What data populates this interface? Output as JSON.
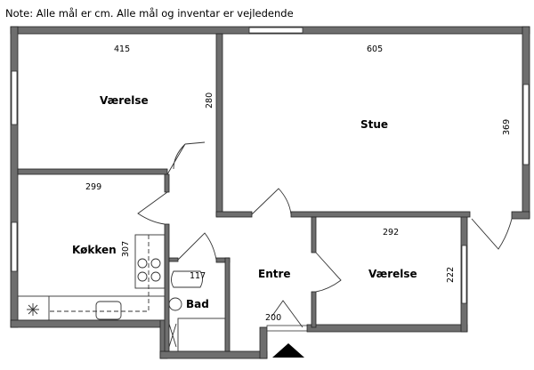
{
  "note": "Note: Alle mål er cm. Alle mål og inventar er vejledende",
  "rooms": {
    "vaerelse_1": {
      "name": "Værelse",
      "width": "415",
      "depth": "280"
    },
    "stue": {
      "name": "Stue",
      "width": "605",
      "depth": "369"
    },
    "koekken": {
      "name": "Køkken",
      "width": "299",
      "depth": "307"
    },
    "bad": {
      "name": "Bad",
      "width": "117"
    },
    "entre": {
      "name": "Entre",
      "width": "200"
    },
    "vaerelse_2": {
      "name": "Værelse",
      "width": "292",
      "depth": "222"
    }
  }
}
